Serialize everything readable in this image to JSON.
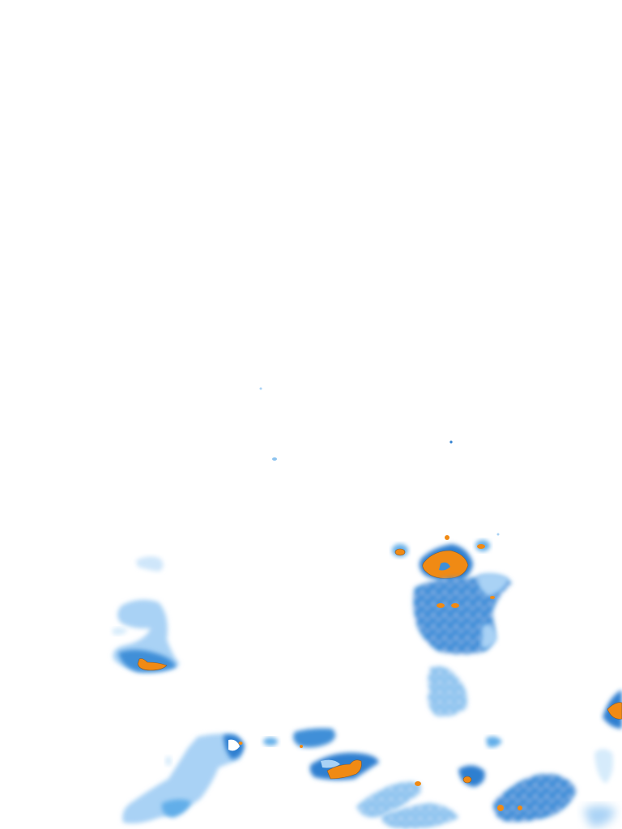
{
  "map": {
    "type": "precipitation-radar-tile",
    "background": "#ffffff",
    "palette": {
      "very_light": "#d6ebfb",
      "light": "#a9d2f5",
      "medium": "#62aee9",
      "strong": "#2f7fd0",
      "heavy": "#1f5fae",
      "intense": "#f08a14",
      "intense_edge": "#7a5a3a"
    },
    "legend": "none",
    "labels": "none"
  }
}
